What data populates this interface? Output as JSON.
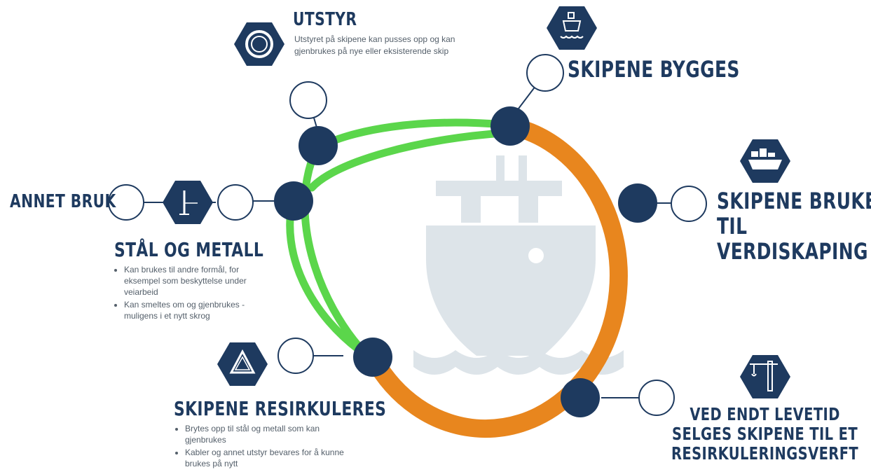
{
  "utstyr": {
    "title": "UTSTYR",
    "description": "Utstyret på skipene kan pusses opp og kan gjenbrukes på nye eller eksisterende skip"
  },
  "skipene_bygges": {
    "title": "SKIPENE BYGGES"
  },
  "skipene_brukes": {
    "lines": [
      "SKIPENE BRUKES",
      "TIL",
      "VERDISKAPING"
    ]
  },
  "ved_endt_levetid": {
    "lines": [
      "VED ENDT LEVETID",
      "SELGES SKIPENE TIL ET",
      "RESIRKULERINGSVERFT"
    ]
  },
  "annet_bruk": {
    "title": "ANNET BRUK"
  },
  "staal_og_metall": {
    "title": "STÅL OG METALL",
    "bullets": [
      "Kan brukes til andre formål, for eksempel som beskyttelse under veiarbeid",
      "Kan smeltes om og gjenbrukes - muligens i et nytt skrog"
    ]
  },
  "skipene_resirkuleres": {
    "title": "SKIPENE RESIRKULERES",
    "bullets": [
      "Brytes opp til stål og metall som kan gjenbrukes",
      "Kabler og annet utstyr bevares for å kunne brukes på nytt"
    ]
  },
  "icons": [
    "equipment-ring-icon",
    "ship-icon",
    "container-ship-icon",
    "crane-icon",
    "steel-beam-icon",
    "recycle-triangle-icon"
  ],
  "colors": {
    "navy": "#1e3a5f",
    "orange": "#e8861e",
    "green": "#5bd64b",
    "ship_watermark": "#dde4e9"
  }
}
